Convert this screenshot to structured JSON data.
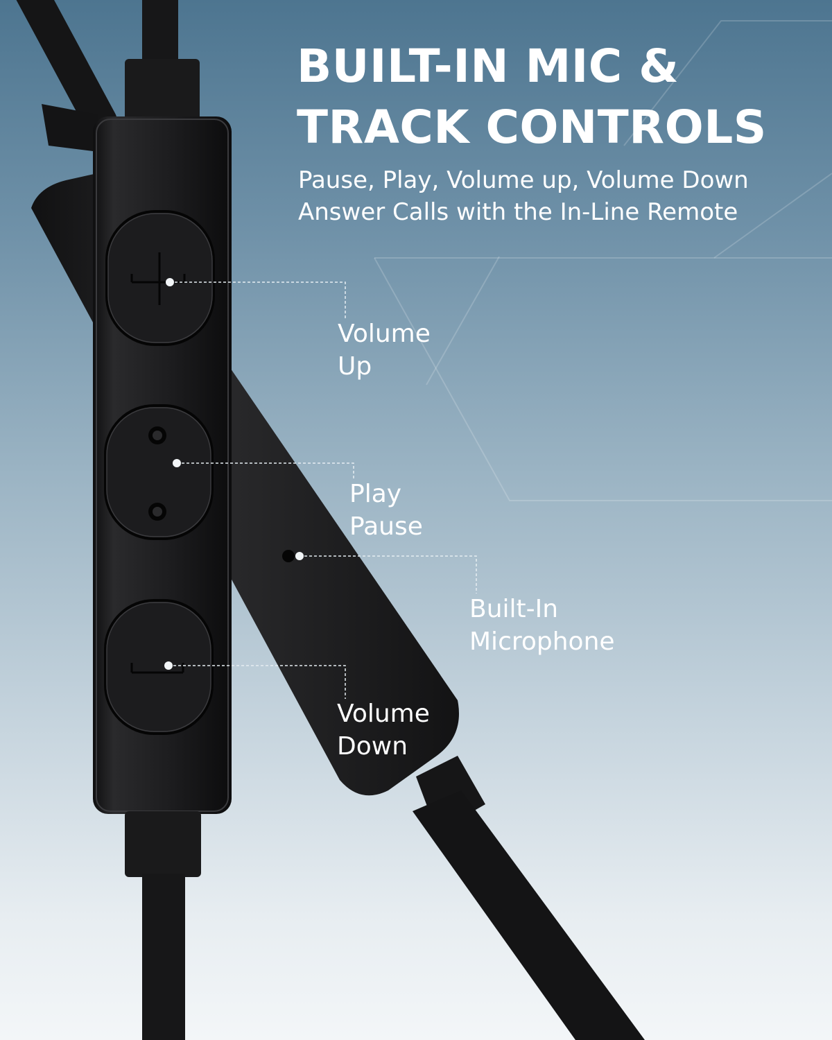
{
  "headline": {
    "line1": "BUILT-IN MIC &",
    "line2": "TRACK CONTROLS"
  },
  "subheadline": {
    "line1": "Pause, Play, Volume up, Volume Down",
    "line2": "Answer Calls with the In-Line Remote"
  },
  "callouts": {
    "volume_up": {
      "line1": "Volume",
      "line2": "Up"
    },
    "play_pause": {
      "line1": "Play",
      "line2": "Pause"
    },
    "microphone": {
      "line1": "Built-In",
      "line2": "Microphone"
    },
    "volume_down": {
      "line1": "Volume",
      "line2": "Down"
    }
  },
  "colors": {
    "background_top": "#4d7590",
    "background_bottom": "#f3f6f8",
    "text": "#ffffff",
    "product": "#1c1c1e",
    "leader_line": "#e6edf2"
  },
  "icons": [
    "plus-icon",
    "minus-icon",
    "play-pause-dots-icon",
    "microphone-hole-icon"
  ]
}
